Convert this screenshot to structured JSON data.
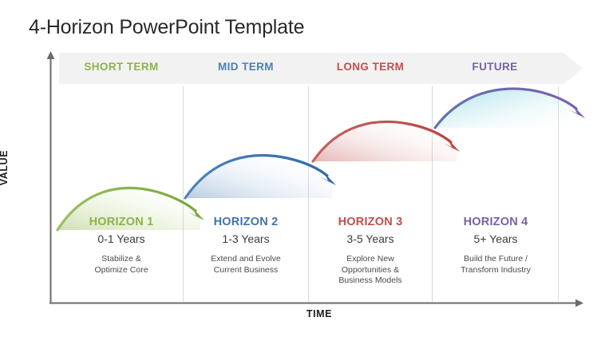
{
  "title": "4-Horizon PowerPoint Template",
  "axes": {
    "y_label": "VALUE",
    "x_label": "TIME"
  },
  "banner": {
    "segments": [
      {
        "label": "SHORT TERM",
        "color": "#8cb34a"
      },
      {
        "label": "MID TERM",
        "color": "#4a7fb5"
      },
      {
        "label": "LONG TERM",
        "color": "#c0504d"
      },
      {
        "label": "FUTURE",
        "color": "#7a5fa5"
      }
    ],
    "background": "#f2f2f2"
  },
  "horizons": [
    {
      "name": "HORIZON 1",
      "years": "0-1 Years",
      "description": "Stabilize &\nOptimize Core",
      "color": "#8cb34a"
    },
    {
      "name": "HORIZON 2",
      "years": "1-3 Years",
      "description": "Extend and Evolve\nCurrent Business",
      "color": "#3f74ad"
    },
    {
      "name": "HORIZON 3",
      "years": "3-5 Years",
      "description": "Explore New\nOpportunities &\nBusiness Models",
      "color": "#c0504d"
    },
    {
      "name": "HORIZON 4",
      "years": "5+ Years",
      "description": "Build the Future /\nTransform Industry",
      "color": "#7a5fa5"
    }
  ],
  "chart_data": {
    "type": "line",
    "title": "4-Horizon PowerPoint Template",
    "xlabel": "TIME",
    "ylabel": "VALUE",
    "grid": false,
    "legend": "none",
    "note": "Four successive ascending-then-descending arc arrows, each rising higher than the previous, representing staged growth horizons over time.",
    "series": [
      {
        "name": "HORIZON 1",
        "color": "#8cb34a",
        "start": [
          72,
          287
        ],
        "peak": [
          160,
          237
        ],
        "end": [
          245,
          272
        ]
      },
      {
        "name": "HORIZON 2",
        "color": "#3f74ad",
        "start": [
          232,
          246
        ],
        "peak": [
          325,
          196
        ],
        "end": [
          410,
          228
        ]
      },
      {
        "name": "HORIZON 3",
        "color": "#c0504d",
        "start": [
          392,
          200
        ],
        "peak": [
          480,
          156
        ],
        "end": [
          565,
          186
        ]
      },
      {
        "name": "HORIZON 4",
        "color": "#7a5fa5",
        "start": [
          545,
          158
        ],
        "peak": [
          640,
          114
        ],
        "end": [
          726,
          143
        ]
      }
    ]
  }
}
